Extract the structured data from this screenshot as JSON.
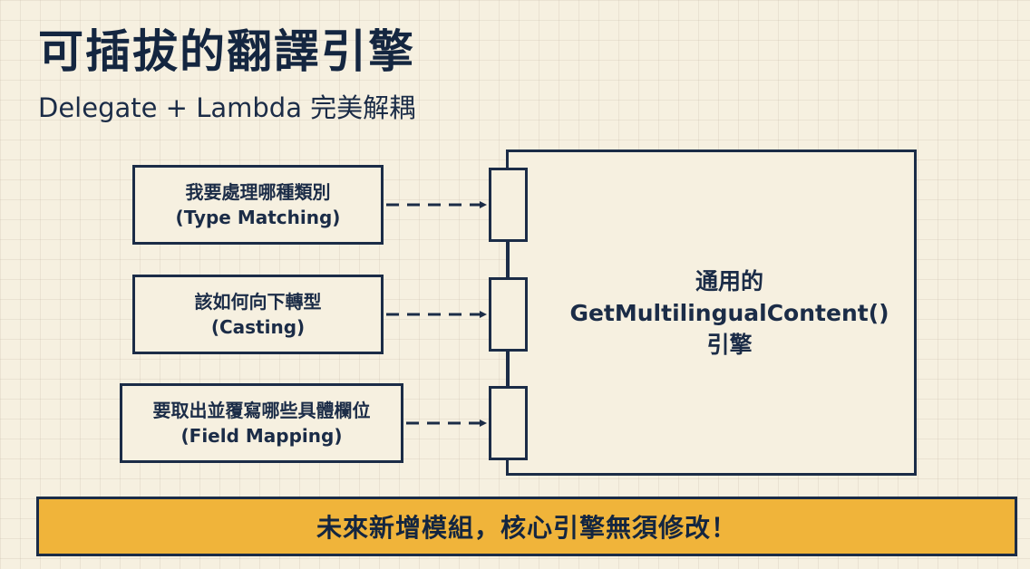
{
  "slide": {
    "title": "可插拔的翻譯引擎",
    "subtitle": "Delegate + Lambda 完美解耦"
  },
  "inputs": [
    {
      "line1": "我要處理哪種類別",
      "line2": "(Type Matching)"
    },
    {
      "line1": "該如何向下轉型",
      "line2": "(Casting)"
    },
    {
      "line1": "要取出並覆寫哪些具體欄位",
      "line2": "(Field Mapping)"
    }
  ],
  "engine": {
    "line1": "通用的",
    "line2": "GetMultilingualContent()",
    "line3": "引擎"
  },
  "banner": {
    "text": "未來新增模組，核心引擎無須修改！"
  },
  "colors": {
    "ink": "#1b2c47",
    "background": "#f6f0e0",
    "banner": "#f0b43a"
  }
}
